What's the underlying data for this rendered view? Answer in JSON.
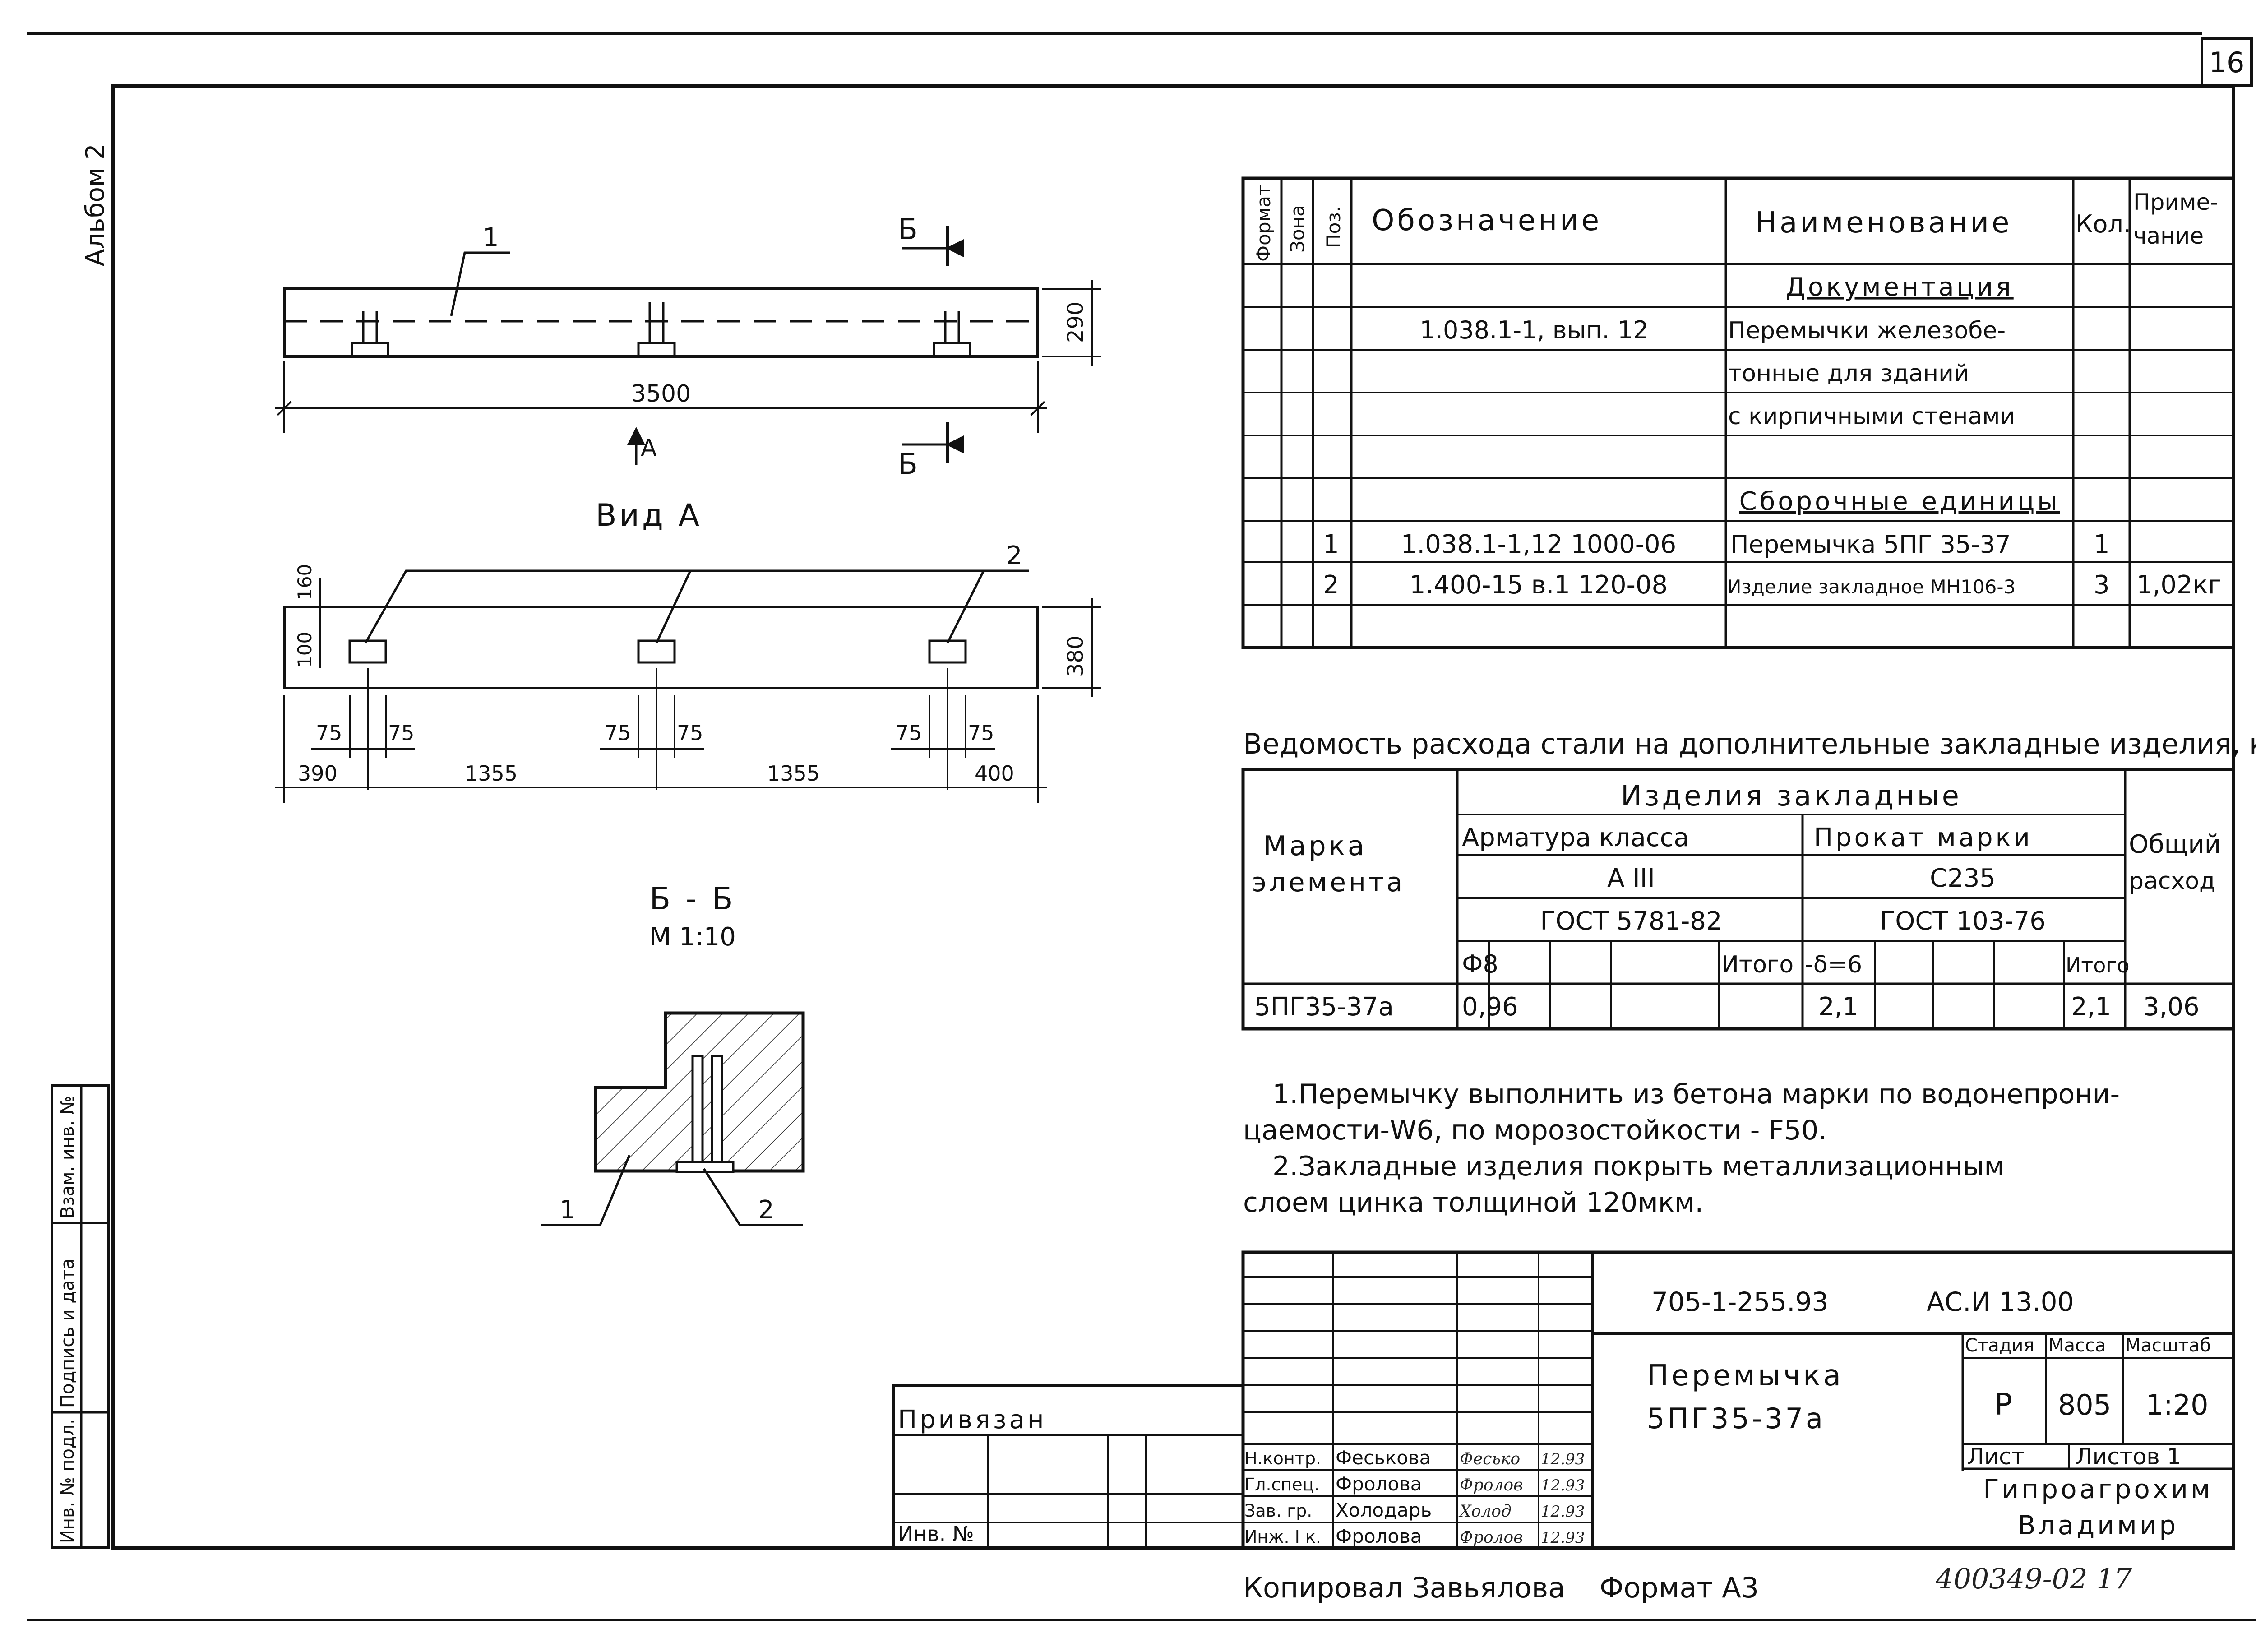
{
  "sheet": {
    "number": "16",
    "album": "Альбом 2",
    "copied_by": "Копировал Завьялова",
    "format": "Формат А3",
    "archive_no": "400349-02 17"
  },
  "side_stamp": {
    "inv_no": "Инв. № подл.",
    "sign_date": "Подпись и дата",
    "replace_inv": "Взам. инв. №"
  },
  "drawing": {
    "dims": {
      "length": "3500",
      "height_top": "290",
      "height_a": "380",
      "h160": "160",
      "h100": "100",
      "d75a": "75",
      "d75b": "75",
      "d75c": "75",
      "d75d": "75",
      "d75e": "75",
      "d75f": "75",
      "d390": "390",
      "d1355a": "1355",
      "d1355b": "1355",
      "d400": "400"
    },
    "labels": {
      "pos1": "1",
      "pos2": "2",
      "sec_b1": "Б",
      "sec_b2": "Б",
      "arrow_a": "А",
      "view_a": "Вид А",
      "section": "Б - Б",
      "scale": "М 1:10",
      "sec_pos1": "1",
      "sec_pos2": "2"
    }
  },
  "spec": {
    "headers": {
      "format": "Формат",
      "zone": "Зона",
      "pos": "Поз.",
      "designation": "Обозначение",
      "name": "Наименование",
      "qty": "Кол.",
      "note1": "Приме-",
      "note2": "чание"
    },
    "section_docs": "Документация",
    "doc_row": {
      "designation": "1.038.1-1, вып. 12",
      "name_lines": [
        "Перемычки железобе-",
        "тонные для зданий",
        "с кирпичными стенами"
      ]
    },
    "section_assembly": "Сборочные единицы",
    "rows": [
      {
        "pos": "1",
        "designation": "1.038.1-1,12 1000-06",
        "name": "Перемычка 5ПГ 35-37",
        "qty": "1",
        "note": ""
      },
      {
        "pos": "2",
        "designation": "1.400-15 в.1 120-08",
        "name": "Изделие закладное МН106-3",
        "qty": "3",
        "note": "1,02кг"
      }
    ]
  },
  "steel": {
    "title": "Ведомость расхода стали на дополнительные закладные изделия, кг",
    "mark_header1": "Марка",
    "mark_header2": "элемента",
    "group": "Изделия закладные",
    "rebar_class": "Арматура класса",
    "rebar_grade": "А III",
    "rebar_gost": "ГОСТ 5781-82",
    "rolled_mark": "Прокат марки",
    "rolled_grade": "С235",
    "rolled_gost": "ГОСТ 103-76",
    "total_header1": "Общий",
    "total_header2": "расход",
    "sub_phi": "Ф8",
    "sub_total1": "Итого",
    "sub_delta": "-δ=6",
    "sub_total2": "Итого",
    "row": {
      "mark": "5ПГ35-37а",
      "phi8": "0,96",
      "total1": "",
      "delta": "2,1",
      "total2": "2,1",
      "grand": "3,06"
    }
  },
  "notes": [
    "1.Перемычку выполнить из бетона марки по водонепрони-",
    "цаемости-W6, по морозостойкости - F50.",
    "2.Закладные изделия покрыть металлизационным",
    "слоем цинка толщиной 120мкм."
  ],
  "title_block": {
    "code": "705-1-255.93",
    "set": "АС.И 13.00",
    "title1": "Перемычка",
    "title2": "5ПГ35-37а",
    "stage_h": "Стадия",
    "mass_h": "Масса",
    "scale_h": "Масштаб",
    "stage": "Р",
    "mass": "805",
    "scale": "1:20",
    "sheet_h": "Лист",
    "sheets_h": "Листов 1",
    "org1": "Гипроагрохим",
    "org2": "Владимир",
    "bound": "Привязан",
    "inv": "Инв. №",
    "people": [
      {
        "role": "Н.контр.",
        "name": "Феськова",
        "sign": "Фесько",
        "date": "12.93"
      },
      {
        "role": "Гл.спец.",
        "name": "Фролова",
        "sign": "Фролов",
        "date": "12.93"
      },
      {
        "role": "Зав. гр.",
        "name": "Холодарь",
        "sign": "Холод",
        "date": "12.93"
      },
      {
        "role": "Инж. I к.",
        "name": "Фролова",
        "sign": "Фролов",
        "date": "12.93"
      }
    ]
  }
}
